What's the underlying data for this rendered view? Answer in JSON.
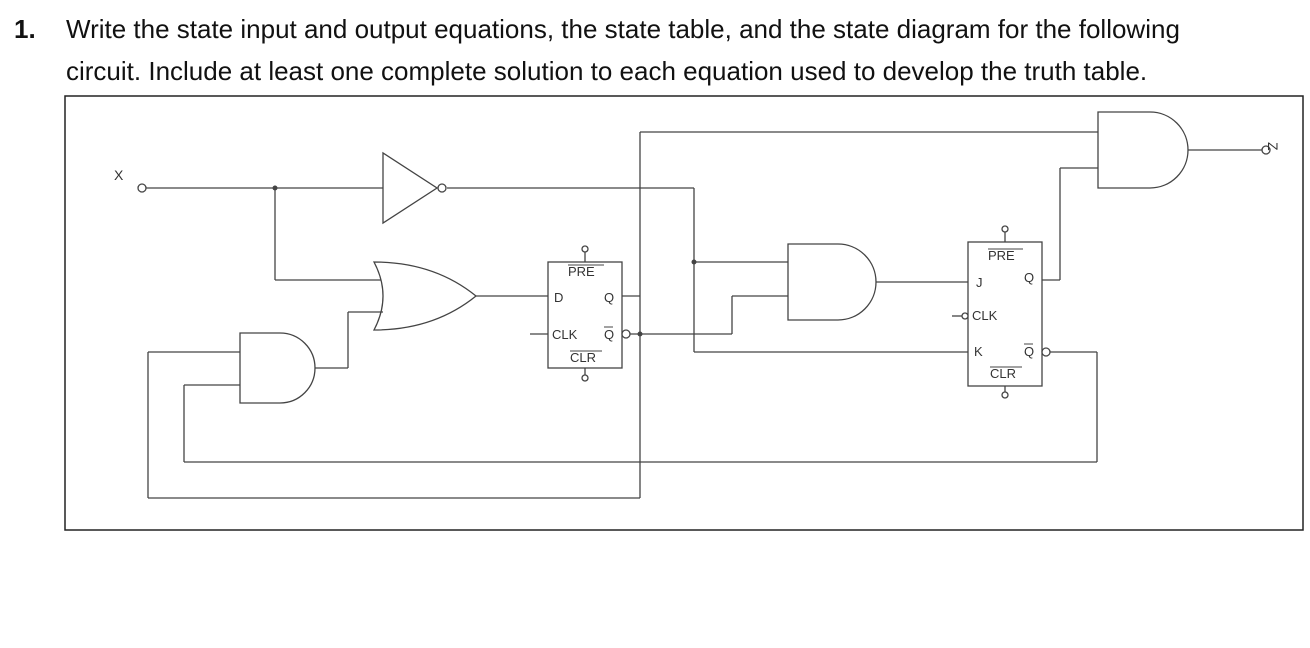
{
  "question": {
    "number": "1.",
    "line1": "Write the state input and output equations, the state table, and the state diagram for the following",
    "line2": "circuit.  Include at least one complete solution to each equation used to develop the truth table."
  },
  "circuit": {
    "input_label": "X",
    "output_label": "Z",
    "d_flipflop": {
      "pre": "PRE",
      "d": "D",
      "q": "Q",
      "clk": "CLK",
      "qbar": "Q",
      "clr": "CLR"
    },
    "jk_flipflop": {
      "pre": "PRE",
      "j": "J",
      "q": "Q",
      "clk": "CLK",
      "k": "K",
      "qbar": "Q",
      "clr": "CLR"
    }
  }
}
